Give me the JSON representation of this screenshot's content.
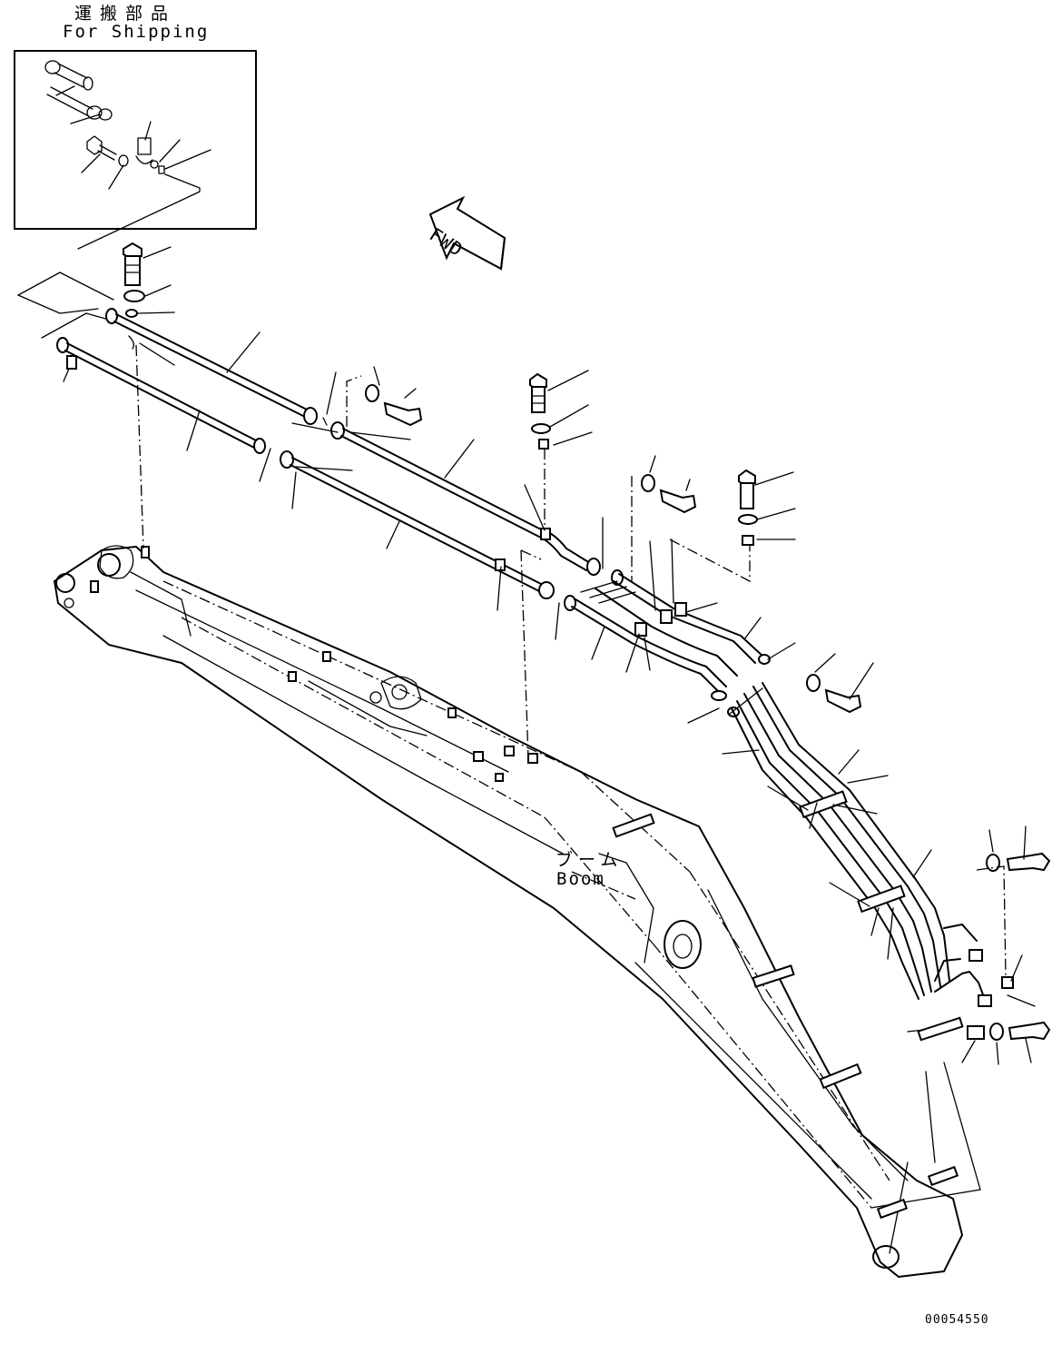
{
  "shipping_note": {
    "japanese": "運搬部品",
    "english": "For Shipping"
  },
  "direction_marker": {
    "label": "FWD"
  },
  "boom_label": {
    "japanese": "ブーム",
    "english": "Boom"
  },
  "drawing_number": "00054550"
}
